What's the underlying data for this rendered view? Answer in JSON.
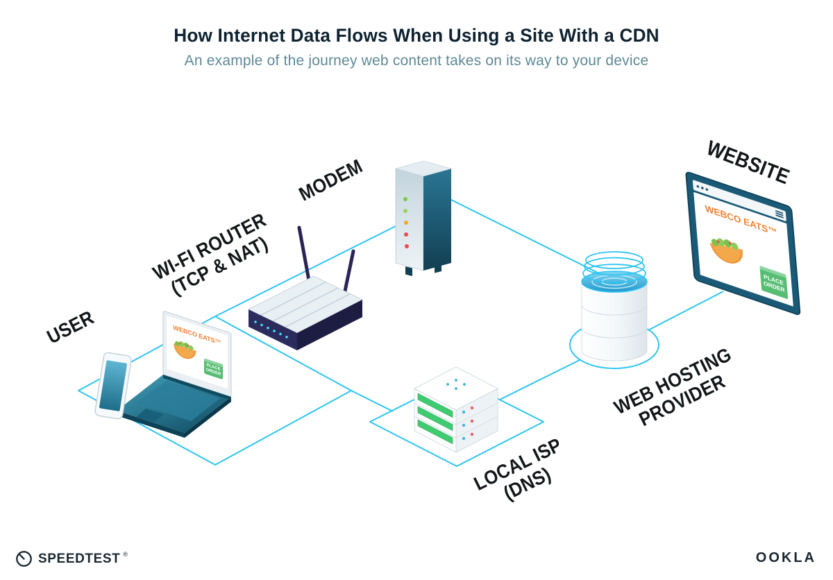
{
  "header": {
    "title": "How Internet Data Flows When Using a Site With a CDN",
    "subtitle": "An example of the journey web content takes on its way to your device"
  },
  "diagram": {
    "labels": {
      "user": "USER",
      "router_line1": "WI-FI ROUTER",
      "router_line2": "(TCP & NAT)",
      "modem": "MODEM",
      "website": "WEBSITE",
      "hosting_line1": "WEB HOSTING",
      "hosting_line2": "PROVIDER",
      "isp_line1": "LOCAL ISP",
      "isp_line2": "(DNS)"
    },
    "laptop_screen": {
      "brand": "WEBCO EATS™",
      "button_line1": "PLACE",
      "button_line2": "ORDER"
    },
    "browser_screen": {
      "brand": "WEBCO EATS™",
      "button_line1": "PLACE",
      "button_line2": "ORDER"
    }
  },
  "footer": {
    "speedtest_label": "SPEEDTEST",
    "speedtest_mark": "®",
    "ookla_label": "OOKLA"
  },
  "colors": {
    "wire": "#2CC5F2",
    "title": "#0E2230",
    "subtitle": "#5E8996",
    "label": "#131719",
    "orange": "#F0802F",
    "green": "#56BD72",
    "teal_dark": "#1A5A76"
  }
}
